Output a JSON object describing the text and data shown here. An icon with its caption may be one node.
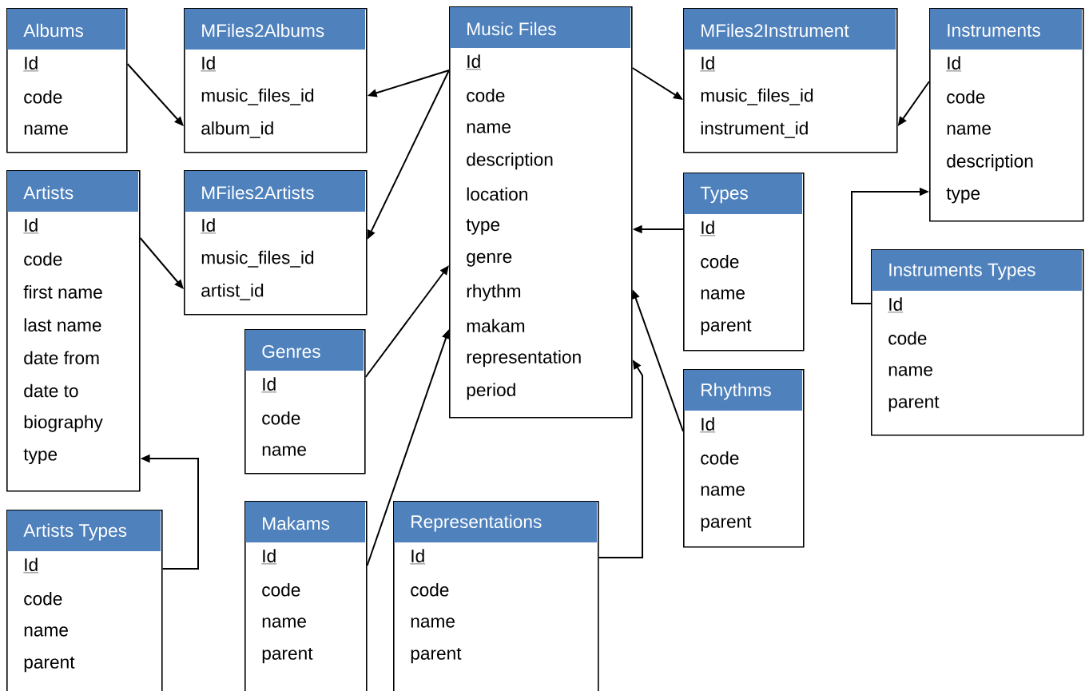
{
  "diagram": {
    "nodes": [
      {
        "text": [
          "Albums",
          "Id",
          "code",
          "name"
        ]
      },
      {
        "text": [
          "MFiles2Albums",
          "Id",
          "music_files_id",
          "album_id"
        ]
      },
      {
        "text": [
          "Music Files",
          "Id",
          "code",
          "name",
          "description",
          "location",
          "type",
          "genre",
          "rhythm",
          "makam",
          "representation",
          "period"
        ]
      },
      {
        "text": [
          "MFiles2Instrument",
          "Id",
          "music_files_id",
          "instrument_id"
        ]
      },
      {
        "text": [
          "Instruments",
          "Id",
          "code",
          "name",
          "description",
          "type"
        ]
      },
      {
        "text": [
          "Artists",
          "Id",
          "code",
          "first name",
          "last name",
          "date from",
          "date to",
          "biography",
          "type"
        ]
      },
      {
        "text": [
          "MFiles2Artists",
          "Id",
          "music_files_id",
          "artist_id"
        ]
      },
      {
        "text": [
          "Types",
          "Id",
          "code",
          "name",
          "parent"
        ]
      },
      {
        "text": [
          "Instruments Types",
          "Id",
          "code",
          "name",
          "parent"
        ]
      },
      {
        "text": [
          "Genres",
          "Id",
          "code",
          "name"
        ]
      },
      {
        "text": [
          "Rhythms",
          "Id",
          "code",
          "name",
          "parent"
        ]
      },
      {
        "text": [
          "Artists Types",
          "Id",
          "code",
          "name",
          "parent"
        ]
      },
      {
        "text": [
          "Makams",
          "Id",
          "code",
          "name",
          "parent"
        ]
      },
      {
        "text": [
          "Representations",
          "Id",
          "code",
          "name",
          "parent"
        ]
      }
    ],
    "edges": [
      {
        "from": 0,
        "to": 1,
        "arrow": "to"
      },
      {
        "from": 2,
        "to": 1,
        "arrow": "to"
      },
      {
        "from": 2,
        "to": 6,
        "arrow": "to"
      },
      {
        "from": 2,
        "to": 3,
        "arrow": "to"
      },
      {
        "from": 4,
        "to": 3,
        "arrow": "to"
      },
      {
        "from": 5,
        "to": 6,
        "arrow": "to"
      },
      {
        "from": 7,
        "to": 2,
        "arrow": "to"
      },
      {
        "from": 8,
        "to": 4,
        "arrow": "to"
      },
      {
        "from": 9,
        "to": 2,
        "arrow": "to"
      },
      {
        "from": 10,
        "to": 2,
        "arrow": "to"
      },
      {
        "from": 11,
        "to": 5,
        "arrow": "to"
      },
      {
        "from": 12,
        "to": 2,
        "arrow": "to"
      },
      {
        "from": 13,
        "to": 2,
        "arrow": "to"
      }
    ]
  }
}
